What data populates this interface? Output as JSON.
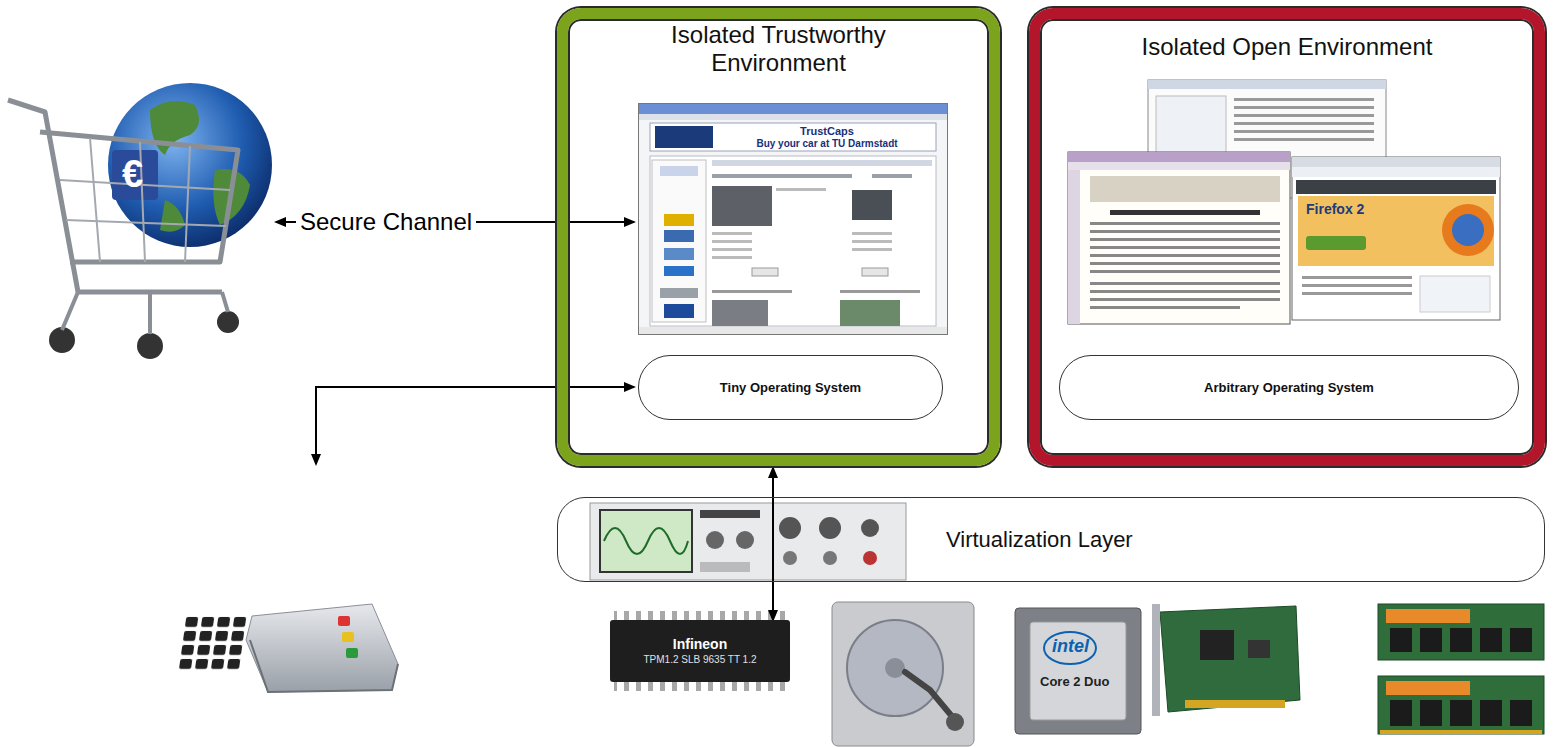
{
  "diagram": {
    "nodes": [
      {
        "text": [
          "Isolated Trustworthy Environment"
        ]
      },
      {
        "text": [
          "TrustCaps",
          "Buy your car at TU Darmstadt"
        ],
        "in": 0
      },
      {
        "text": [
          "Tiny Operating System"
        ],
        "in": 0
      },
      {
        "text": [
          "Isolated Open Environment"
        ]
      },
      {
        "text": [
          "Arbitrary Operating System"
        ],
        "in": 3
      },
      {
        "text": [
          "Virtualization Layer"
        ]
      },
      {
        "text": [
          "Infineon",
          "TPM1.2 SLB 9635 TT 1.2"
        ]
      }
    ],
    "edges": [
      {
        "from": 6,
        "to": 0,
        "arrow": "both"
      }
    ],
    "labels": [
      "Secure Channel",
      "€",
      "Firefox 2",
      "intel",
      "Core 2 Duo"
    ]
  }
}
